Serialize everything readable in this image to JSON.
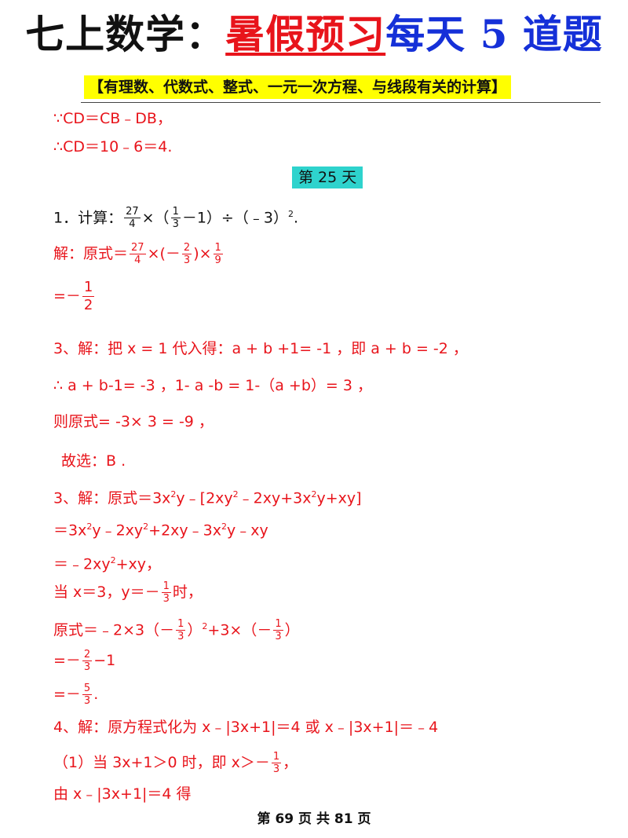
{
  "header": {
    "title_black": "七上数学：",
    "title_red": "暑假预习",
    "title_blue": "每天 5 道题",
    "subtitle": "【有理数、代数式、整式、一元一次方程、与线段有关的计算】"
  },
  "top_lines": {
    "l1": "∵CD＝CB﹣DB，",
    "l2": "∴CD＝10﹣6＝4."
  },
  "day_label": "第 25 天",
  "q1": {
    "prefix": "1．计算：",
    "f1_num": "27",
    "f1_den": "4",
    "mid1": "×（",
    "f2_num": "1",
    "f2_den": "3",
    "mid2": "－1）÷（﹣3）",
    "exp": "2",
    "end": "."
  },
  "a1": {
    "prefix": "解：原式＝",
    "f1_num": "27",
    "f1_den": "4",
    "mid1": "×(－",
    "f2_num": "2",
    "f2_den": "3",
    "mid2": ")×",
    "f3_num": "1",
    "f3_den": "9",
    "res_prefix": "=－",
    "res_num": "1",
    "res_den": "2"
  },
  "a3": {
    "l1": "3、解：把 x = 1 代入得：a + b +1= -1 ，即 a + b = -2 ，",
    "l2": "∴ a + b-1= -3 ，1- a -b = 1-（a +b）= 3 ，",
    "l3": "则原式= -3× 3 = -9 ，",
    "l4": "故选：B ."
  },
  "a3b": {
    "l1a": "3、解：原式＝3x",
    "l1b": "y﹣[2xy",
    "l1c": "﹣2xy+3x",
    "l1d": "y+xy]",
    "l2a": "＝3x",
    "l2b": "y﹣2xy",
    "l2c": "+2xy﹣3x",
    "l2d": "y﹣xy",
    "l3a": "＝﹣2xy",
    "l3b": "+xy，",
    "sq": "2",
    "l4a": "当 x＝3，y＝－",
    "l4_num": "1",
    "l4_den": "3",
    "l4b": "时，",
    "l5a": "原式＝﹣2×3（－",
    "l5_num": "1",
    "l5_den": "3",
    "l5b": "）",
    "l5c": "+3×（－",
    "l5_num2": "1",
    "l5_den2": "3",
    "l5d": "）",
    "l6a": "=－",
    "l6_num": "2",
    "l6_den": "3",
    "l6b": "−1",
    "l7a": "=－",
    "l7_num": "5",
    "l7_den": "3",
    "l7b": "."
  },
  "a4": {
    "l1": "4、解：原方程式化为 x﹣|3x+1|＝4 或 x﹣|3x+1|＝﹣4",
    "l2a": "（1）当 3x+1＞0 时，即 x＞－",
    "l2_num": "1",
    "l2_den": "3",
    "l2b": "，",
    "l3": "由 x﹣|3x+1|＝4 得"
  },
  "footer": "第 69 页 共 81 页"
}
